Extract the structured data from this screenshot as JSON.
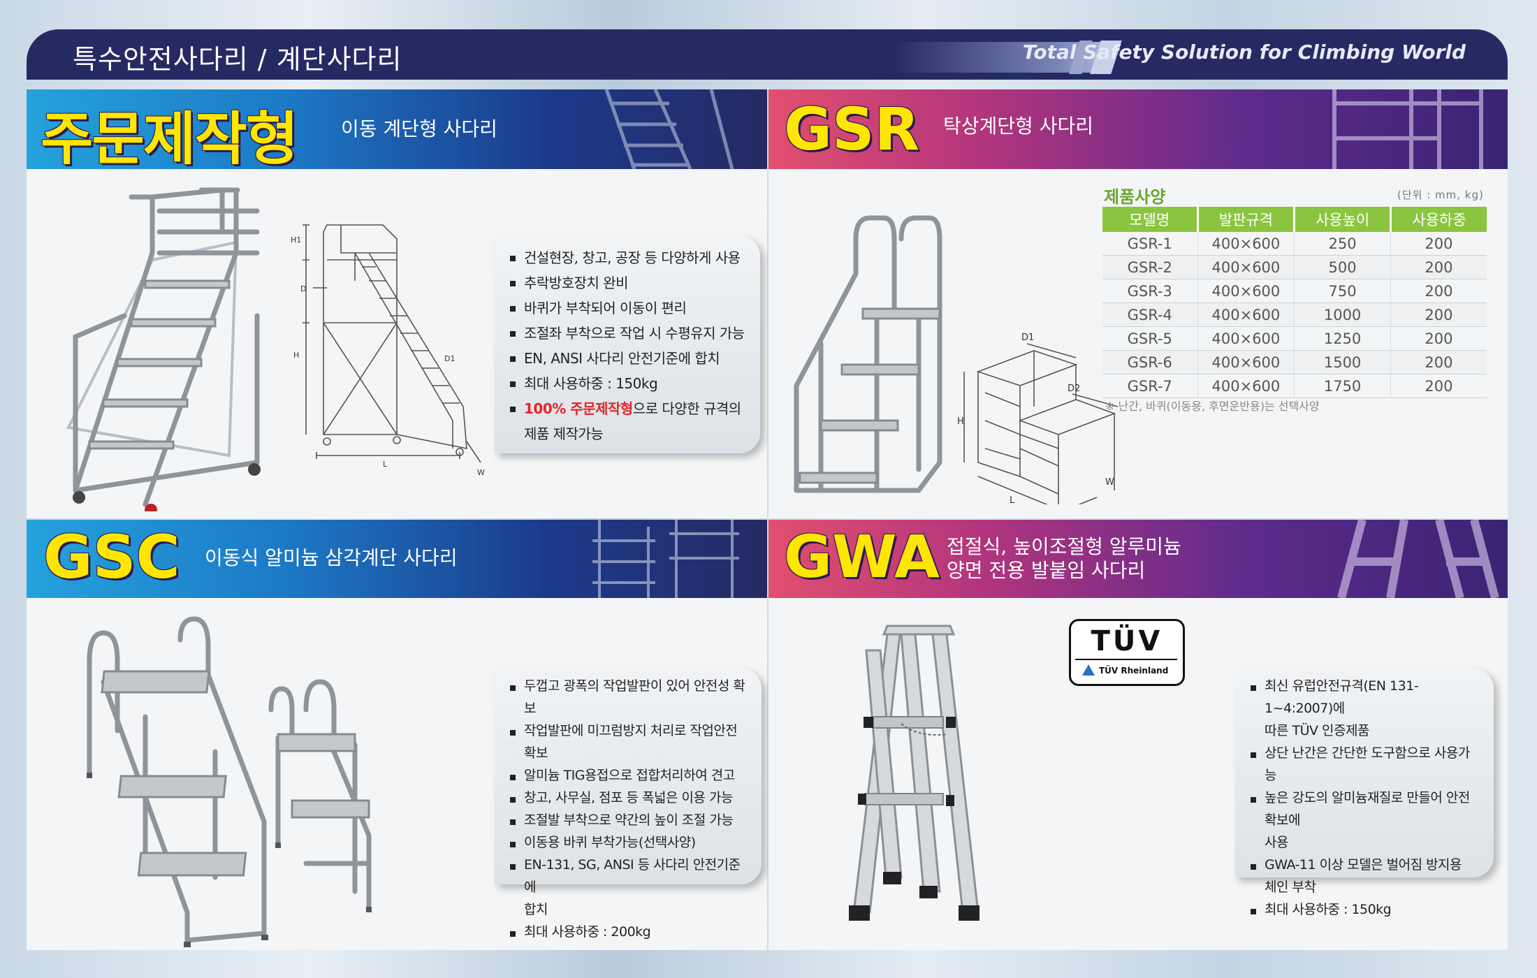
{
  "header": {
    "title": "특수안전사다리 / 계단사다리",
    "tagline": "Total Safety Solution for Climbing World"
  },
  "panels": {
    "custom": {
      "big": "주문제작형",
      "subtitle": "이동 계단형 사다리",
      "features": [
        "건설현장, 창고, 공장 등 다양하게 사용",
        "추락방호장치 완비",
        "바퀴가 부착되어 이동이 편리",
        "조절좌 부착으로 작업 시 수평유지 가능",
        "EN, ANSI 사다리 안전기준에 합치",
        "최대 사용하중 : 150kg"
      ],
      "feature_last_highlight": "100% 주문제작형",
      "feature_last_rest": "으로 다양한 규격의",
      "feature_last_cont": "제품 제작가능",
      "drawing_labels": {
        "h1": "H1",
        "d": "D",
        "h": "H",
        "d1": "D1",
        "l": "L",
        "w": "W"
      }
    },
    "gsr": {
      "big": "GSR",
      "subtitle": "탁상계단형 사다리",
      "spec_title": "제품사양",
      "spec_unit": "(단위 : mm, kg)",
      "spec_headers": [
        "모델명",
        "발판규격",
        "사용높이",
        "사용하중"
      ],
      "spec_rows": [
        [
          "GSR-1",
          "400×600",
          "250",
          "200"
        ],
        [
          "GSR-2",
          "400×600",
          "500",
          "200"
        ],
        [
          "GSR-3",
          "400×600",
          "750",
          "200"
        ],
        [
          "GSR-4",
          "400×600",
          "1000",
          "200"
        ],
        [
          "GSR-5",
          "400×600",
          "1250",
          "200"
        ],
        [
          "GSR-6",
          "400×600",
          "1500",
          "200"
        ],
        [
          "GSR-7",
          "400×600",
          "1750",
          "200"
        ]
      ],
      "spec_note": "※ 난간, 바퀴(이동용, 후면운반용)는 선택사양",
      "drawing_labels": {
        "d1": "D1",
        "d2": "D2",
        "h": "H",
        "l": "L",
        "w": "W"
      }
    },
    "gsc": {
      "big": "GSC",
      "subtitle": "이동식 알미늄 삼각계단 사다리",
      "features": [
        "두껍고 광폭의 작업발판이 있어 안전성 확보",
        "작업발판에 미끄럼방지 처리로 작업안전 확보",
        "알미늄 TIG용접으로 접합처리하여 견고",
        "창고, 사무실, 점포 등 폭넓은 이용 가능",
        "조절발 부착으로 약간의 높이 조절 가능",
        "이동용 바퀴 부착가능(선택사양)",
        "EN-131, SG, ANSI 등 사다리 안전기준에"
      ],
      "feature_cont": "합치",
      "feature_final": "최대 사용하중 : 200kg"
    },
    "gwa": {
      "big": "GWA",
      "subtitle_line1": "접절식, 높이조절형 알루미늄",
      "subtitle_line2": "양면 전용 발붙임 사다리",
      "tuv_mark": "TÜV",
      "tuv_sub": "TÜV Rheinland",
      "features": [
        [
          "최신 유럽안전규격(EN 131-1~4:2007)에",
          "따른 TÜV 인증제품"
        ],
        [
          "상단 난간은 간단한 도구함으로 사용가능"
        ],
        [
          "높은 강도의 알미늄재질로 만들어 안전 확보에",
          "사용"
        ],
        [
          "GWA-11 이상 모델은 벌어짐 방지용",
          "체인 부착"
        ],
        [
          "최대 사용하중 : 150kg"
        ]
      ]
    }
  },
  "colors": {
    "header_bg": "#262a63",
    "big_text": "#ffe600",
    "table_header": "#8bc540",
    "highlight_red": "#e3262a"
  }
}
